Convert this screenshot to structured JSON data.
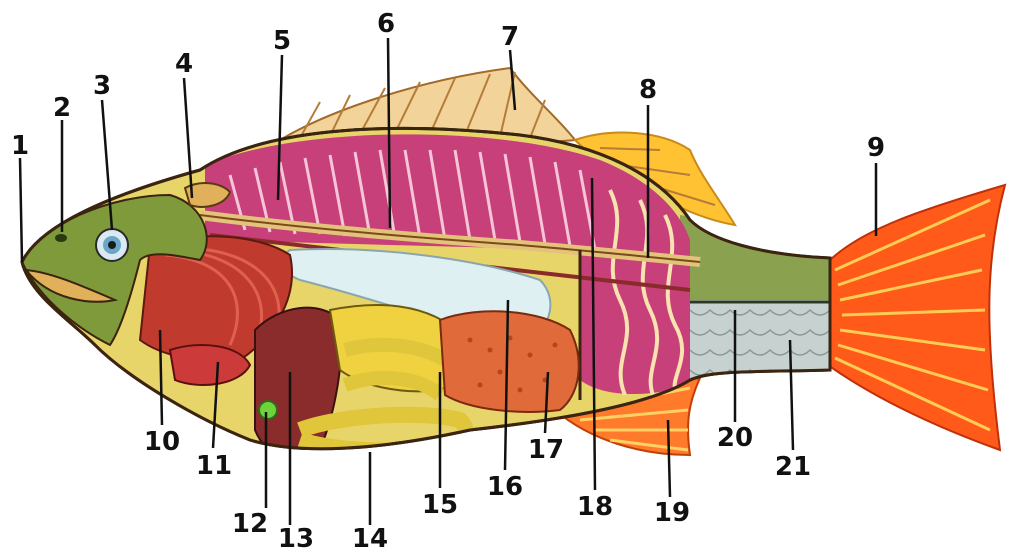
{
  "diagram": {
    "subject": "fish-internal-anatomy",
    "colors": {
      "muscle": "#c8407a",
      "gills": "#c03a2e",
      "liver": "#8b2c2c",
      "intestine": "#e0c63a",
      "swim_bladder": "#dff0f3",
      "ovary": "#e06a3a",
      "fins": "#ff5a1a",
      "dorsal_fin_pale": "#f2d39a",
      "head": "#7f9a3a",
      "scales": "#c7d1cf",
      "outline": "#3b2410"
    },
    "labels": [
      {
        "id": "1",
        "text": "1"
      },
      {
        "id": "2",
        "text": "2"
      },
      {
        "id": "3",
        "text": "3"
      },
      {
        "id": "4",
        "text": "4"
      },
      {
        "id": "5",
        "text": "5"
      },
      {
        "id": "6",
        "text": "6"
      },
      {
        "id": "7",
        "text": "7"
      },
      {
        "id": "8",
        "text": "8"
      },
      {
        "id": "9",
        "text": "9"
      },
      {
        "id": "10",
        "text": "10"
      },
      {
        "id": "11",
        "text": "11"
      },
      {
        "id": "12",
        "text": "12"
      },
      {
        "id": "13",
        "text": "13"
      },
      {
        "id": "14",
        "text": "14"
      },
      {
        "id": "15",
        "text": "15"
      },
      {
        "id": "16",
        "text": "16"
      },
      {
        "id": "17",
        "text": "17"
      },
      {
        "id": "18",
        "text": "18"
      },
      {
        "id": "19",
        "text": "19"
      },
      {
        "id": "20",
        "text": "20"
      },
      {
        "id": "21",
        "text": "21"
      }
    ]
  }
}
